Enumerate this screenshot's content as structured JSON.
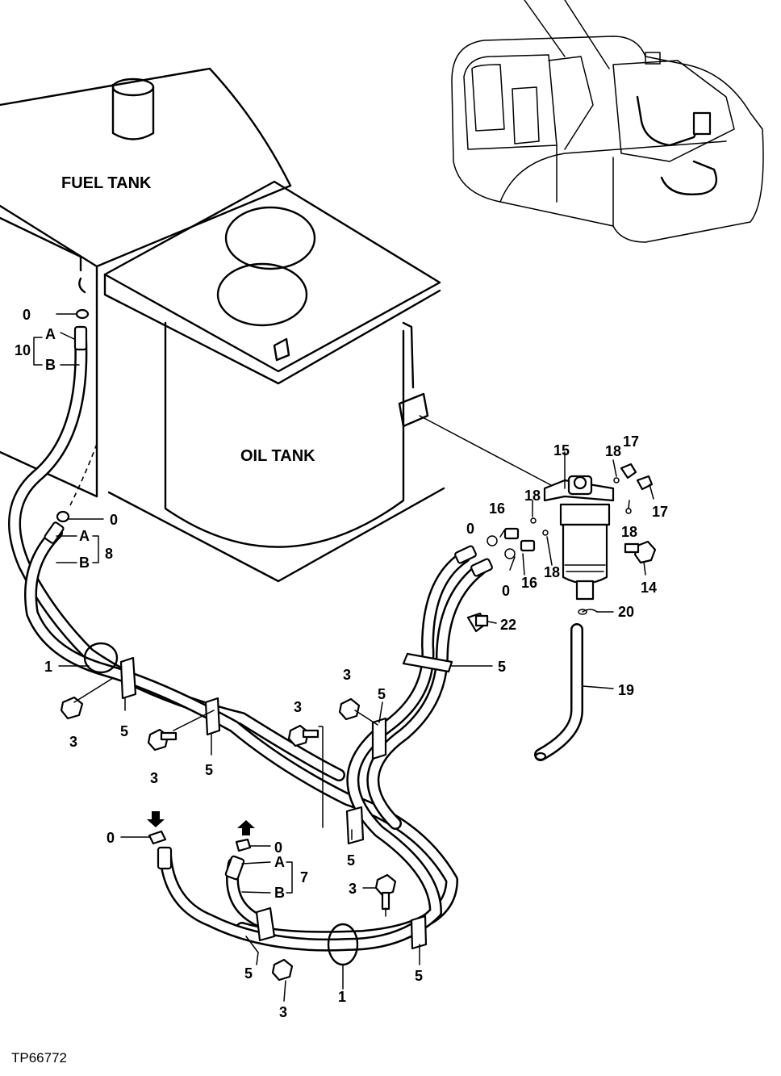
{
  "tank_labels": {
    "fuel": "FUEL TANK",
    "oil": "OIL TANK"
  },
  "callouts": {
    "c0a": "0",
    "c10": "10",
    "c10A": "A",
    "c10B": "B",
    "c0b": "0",
    "c8A": "A",
    "c8B": "B",
    "c8": "8",
    "c1a": "1",
    "c3a": "3",
    "c5a": "5",
    "c3b": "3",
    "c5b": "5",
    "c3c": "3",
    "c3d": "3",
    "c5c": "5",
    "c15": "15",
    "c18a": "18",
    "c17a": "17",
    "c18b": "18",
    "c17b": "17",
    "c18c": "18",
    "c16a": "16",
    "c0c": "0",
    "c0d": "0",
    "c16b": "16",
    "c18d": "18",
    "c14": "14",
    "c20": "20",
    "c22": "22",
    "c5d": "5",
    "c19": "19",
    "c0e": "0",
    "c0f": "0",
    "c7A": "A",
    "c7": "7",
    "c7B": "B",
    "c5e": "5",
    "c3e": "3",
    "c5f": "5",
    "c5g": "5",
    "c3f": "3",
    "c1b": "1"
  },
  "figure_ref": "TP66772"
}
